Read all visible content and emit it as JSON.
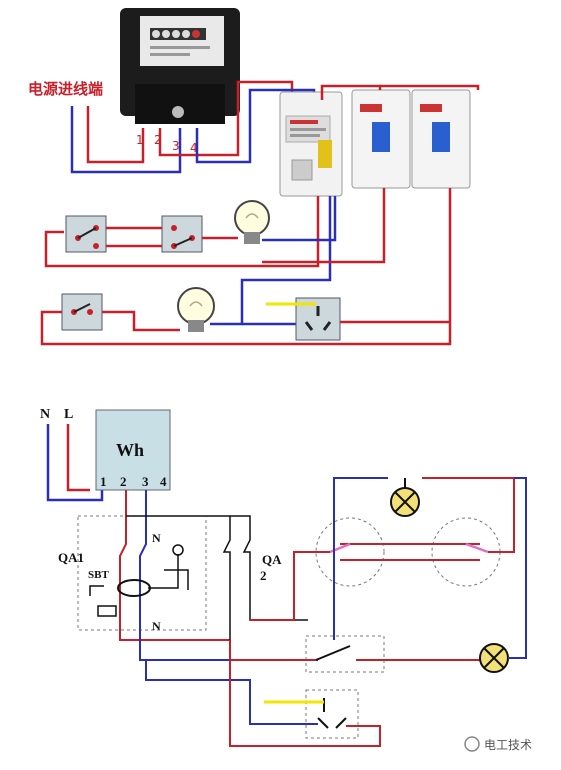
{
  "top_diagram": {
    "incoming_label": "电源进线端",
    "meter_terminals": [
      "1",
      "2",
      "3",
      "4"
    ],
    "colors": {
      "live": "#c8202a",
      "neutral": "#2a2fb8",
      "earth": "#f2e600"
    }
  },
  "schematic": {
    "line_labels": {
      "neutral": "N",
      "live": "L"
    },
    "meter_label": "Wh",
    "meter_terminals": [
      "1",
      "2",
      "3",
      "4"
    ],
    "rcd_label": "QA1",
    "test_button_label": "SBT",
    "n_label_top": "N",
    "n_label_bottom": "N",
    "breaker_label_1": "QA",
    "breaker_label_2": "2",
    "colors": {
      "live": "#c8202a",
      "neutral": "#2a2fb8",
      "earth": "#f2e600",
      "switch_link": "#e070c0"
    }
  },
  "watermark": {
    "text": "电工技术"
  }
}
